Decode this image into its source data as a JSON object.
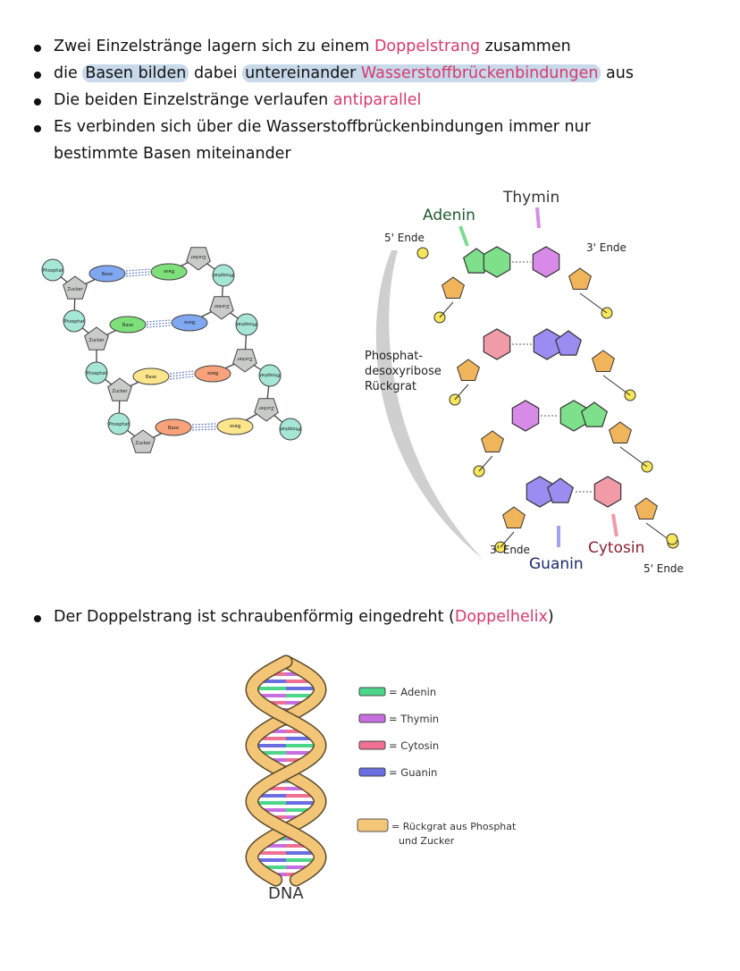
{
  "bullets": {
    "b1": {
      "pre": "Zwei Einzelstränge lagern sich zu einem ",
      "hl": "Doppelstrang",
      "post": " zusammen"
    },
    "b2": {
      "pre": "die ",
      "hl1": "Basen bilden",
      "mid": " dabei ",
      "hl2": "untereinander",
      "space": " ",
      "hl3": "Wasserstoffbrückenbindungen",
      "post": " aus"
    },
    "b3": {
      "pre": "Die beiden Einzelstränge verlaufen ",
      "hl": "antiparallel"
    },
    "b4": {
      "line1": "Es verbinden sich über die Wasserstoffbrückenbindungen immer nur",
      "line2": "bestimmte Basen miteinander"
    },
    "b5": {
      "pre": "Der Doppelstrang ist schraubenförmig eingedreht (",
      "hl": "Doppelhelix",
      "post": ")"
    }
  },
  "schema": {
    "phosphat": "Phosphat",
    "zucker": "Zucker",
    "base": "Base"
  },
  "structure": {
    "thymin": "Thymin",
    "adenin": "Adenin",
    "guanin": "Guanin",
    "cytosin": "Cytosin",
    "end5_top": "5' Ende",
    "end3_top": "3' Ende",
    "end3_bottom": "3' Ende",
    "end5_bottom": "5' Ende",
    "backbone1": "Phosphat-",
    "backbone2": "desoxyribose",
    "backbone3": "Rückgrat"
  },
  "helix": {
    "caption": "DNA",
    "legend": [
      {
        "label": "= Adenin",
        "color": "#4cd68a"
      },
      {
        "label": "= Thymin",
        "color": "#c76ee0"
      },
      {
        "label": "= Cytosin",
        "color": "#ef7090"
      },
      {
        "label": "= Guanin",
        "color": "#6a6ee0"
      }
    ],
    "backbone_line1": "= Rückgrat aus Phosphat",
    "backbone_line2": "und Zucker",
    "backbone_color": "#f3c577"
  },
  "colors": {
    "accent": "#d63a6e",
    "highlight": "#c7d9ea"
  }
}
